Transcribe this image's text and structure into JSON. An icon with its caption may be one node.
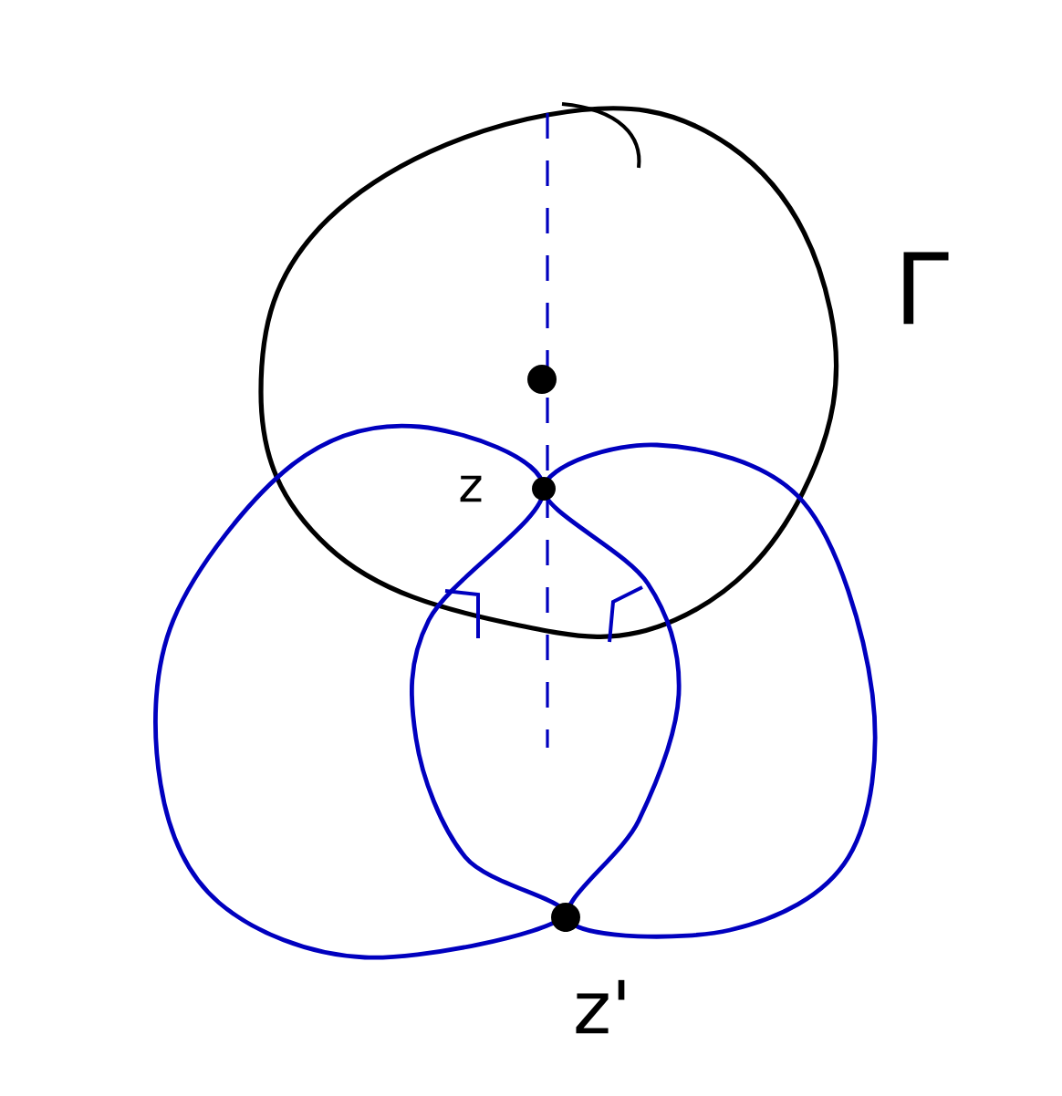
{
  "diagram": {
    "labels": [
      "Γ",
      "z",
      "z'"
    ]
  }
}
